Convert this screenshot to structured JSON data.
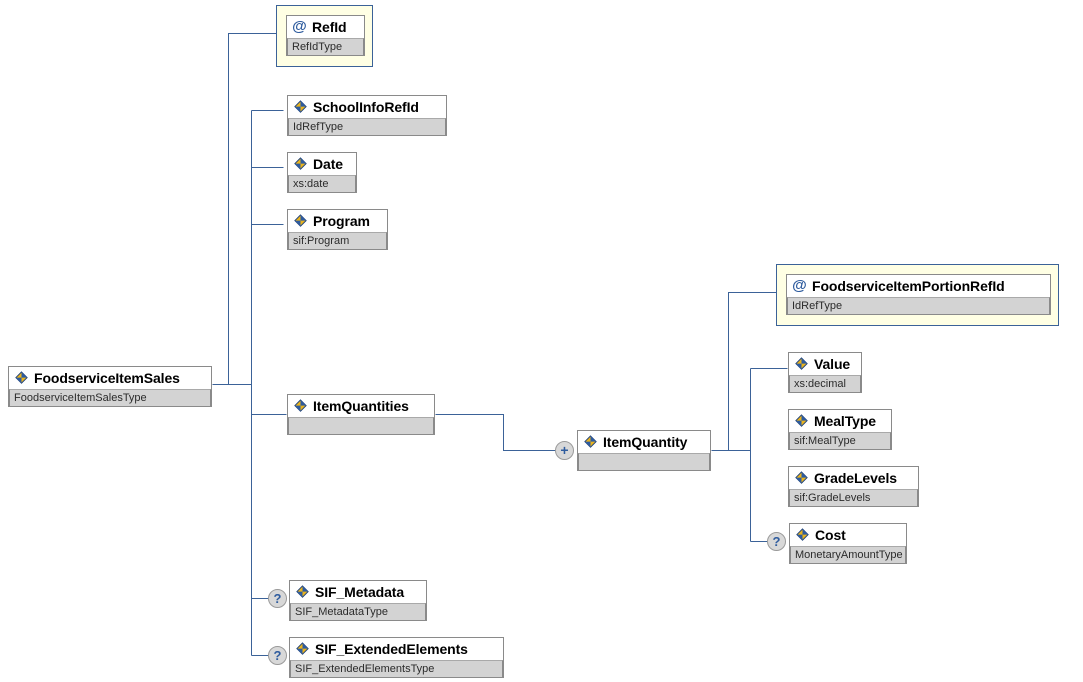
{
  "diagram": {
    "kind": "xml-schema-tree",
    "root": {
      "name": "FoodserviceItemSales",
      "type": "FoodserviceItemSalesType",
      "icon": "element-icon",
      "marker": ""
    },
    "nodes": [
      {
        "id": "refid",
        "name": "RefId",
        "type": "RefIdType",
        "icon": "attribute-icon",
        "kind": "attribute",
        "marker": ""
      },
      {
        "id": "schoolinforefid",
        "name": "SchoolInfoRefId",
        "type": "IdRefType",
        "icon": "element-icon",
        "kind": "element",
        "marker": ""
      },
      {
        "id": "date",
        "name": "Date",
        "type": "xs:date",
        "icon": "element-icon",
        "kind": "element",
        "marker": ""
      },
      {
        "id": "program",
        "name": "Program",
        "type": "sif:Program",
        "icon": "element-icon",
        "kind": "element",
        "marker": ""
      },
      {
        "id": "itemquantities",
        "name": "ItemQuantities",
        "type": "",
        "icon": "element-icon",
        "kind": "element",
        "marker": ""
      },
      {
        "id": "itemquantity",
        "name": "ItemQuantity",
        "type": "",
        "icon": "element-icon",
        "kind": "element",
        "marker": "+"
      },
      {
        "id": "foodserviceitemportionrefid",
        "name": "FoodserviceItemPortionRefId",
        "type": "IdRefType",
        "icon": "attribute-icon",
        "kind": "attribute",
        "marker": ""
      },
      {
        "id": "value",
        "name": "Value",
        "type": "xs:decimal",
        "icon": "element-icon",
        "kind": "element",
        "marker": ""
      },
      {
        "id": "mealtype",
        "name": "MealType",
        "type": "sif:MealType",
        "icon": "element-icon",
        "kind": "element",
        "marker": ""
      },
      {
        "id": "gradelevels",
        "name": "GradeLevels",
        "type": "sif:GradeLevels",
        "icon": "element-icon",
        "kind": "element",
        "marker": ""
      },
      {
        "id": "cost",
        "name": "Cost",
        "type": "MonetaryAmountType",
        "icon": "element-icon",
        "kind": "element",
        "marker": "?"
      },
      {
        "id": "sif_metadata",
        "name": "SIF_Metadata",
        "type": "SIF_MetadataType",
        "icon": "element-icon",
        "kind": "element",
        "marker": "?"
      },
      {
        "id": "sif_extendedelements",
        "name": "SIF_ExtendedElements",
        "type": "SIF_ExtendedElementsType",
        "icon": "element-icon",
        "kind": "element",
        "marker": "?"
      }
    ],
    "colors": {
      "connector": "#3b6298",
      "node_border": "#8a8a8a",
      "header_bg": "#ffffff",
      "type_bg": "#d3d3d3",
      "attribute_frame_bg": "#ffffe4",
      "attribute_frame_border": "#3b6298",
      "marker_bg": "#d8d8d8",
      "marker_fg": "#2f5c9e",
      "canvas_bg": "#ffffff"
    }
  }
}
